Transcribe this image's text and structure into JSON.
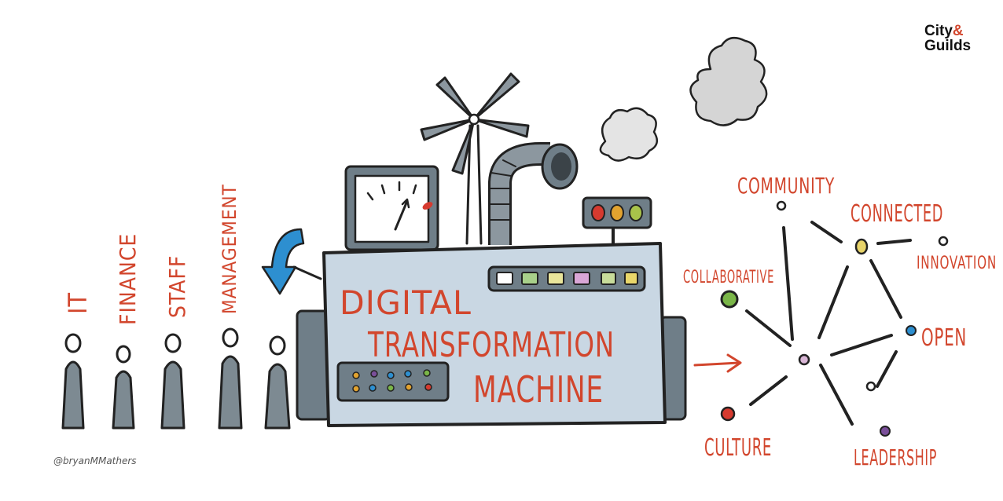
{
  "logo": {
    "line1": "City",
    "amp": "&",
    "line2": "Guilds"
  },
  "credit": "@bryanMMathers",
  "queue_labels": [
    "IT",
    "FINANCE",
    "STAFF",
    "MANAGEMENT"
  ],
  "machine_title": [
    "DIGITAL",
    "TRANSFORMATION",
    "MACHINE"
  ],
  "network_labels": {
    "community": "COMMUNITY",
    "connected": "CONNECTED",
    "innovation": "INNOVATION",
    "collaborative": "COLLABORATIVE",
    "open": "OPEN",
    "culture": "CULTURE",
    "leadership": "LEADERSHIP"
  },
  "colors": {
    "label_red": "#d2462d",
    "arrow_blue": "#2d8fd0",
    "machine_body": "#c9d7e3"
  }
}
